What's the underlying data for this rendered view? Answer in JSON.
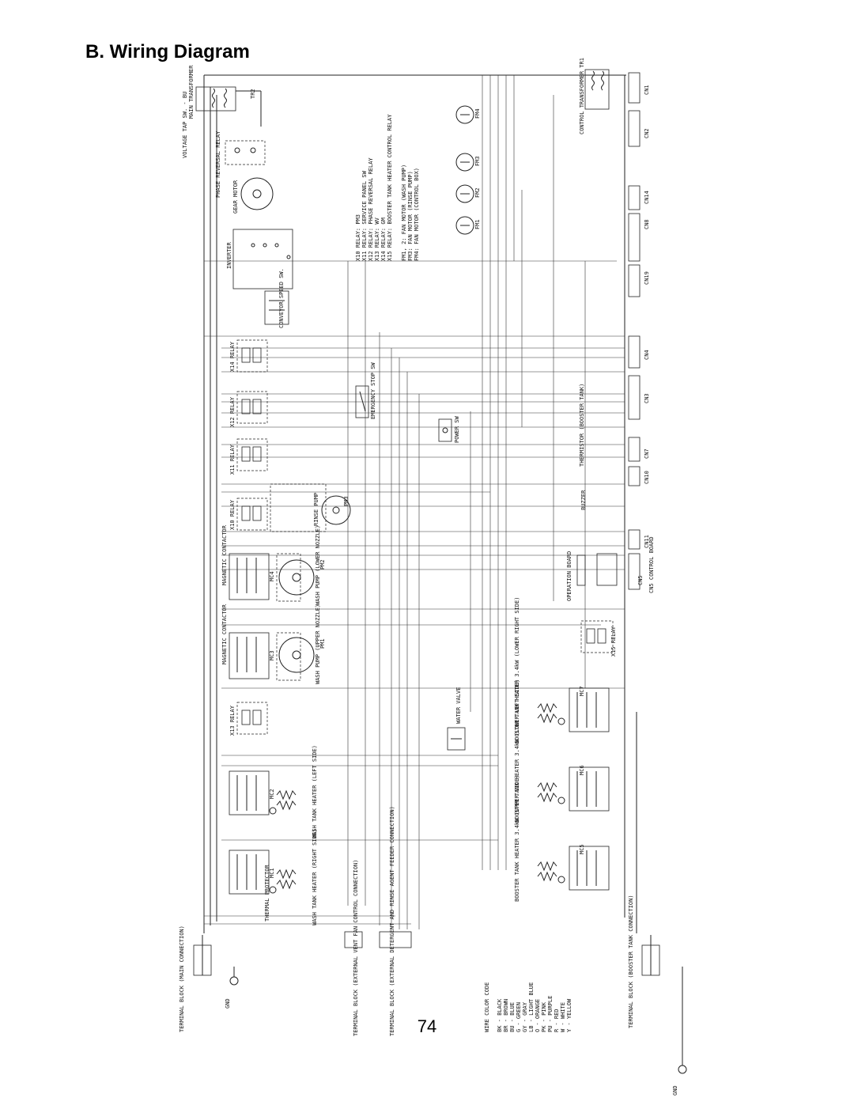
{
  "page": {
    "heading": "B. Wiring Diagram",
    "page_number": "74"
  },
  "top_section": {
    "voltage_tap": "VOLTAGE TAP SW. - BU",
    "main_transformer": "MAIN TRANSFORMER",
    "tr2": "TR2",
    "phase_relay": "PHASE REVERSAL RELAY",
    "gear_motor": "GEAR MOTOR",
    "inverter": "INVERTER",
    "conveyor_speed": "CONVEYOR SPEED SW.",
    "relays": [
      "X14 RELAY",
      "X12 RELAY",
      "X11 RELAY",
      "X13 RELAY",
      "X15 RELAY"
    ],
    "emergency_stop": "EMERGENCY STOP SW",
    "power_switch": "POWER SW",
    "x10_relay": "X10 RELAY",
    "rinse_pump": "RINSE PUMP",
    "pm3": "PM3"
  },
  "mid_section": {
    "mag_contactor": "MAGNETIC CONTACTOR",
    "mc4": "MC4",
    "mc3": "MC3",
    "wash_pump_lower": "WASH PUMP (LOWER NOZZLE)",
    "wash_pump_upper": "WASH PUMP (UPPER NOZZLE)",
    "pm2": "PM2",
    "pm1": "PM1",
    "water_valve": "WATER VALVE",
    "operation_board": "OPERATION BOARD",
    "control_board": "CN5 CONTROL BOARD"
  },
  "bottom_section": {
    "mc2": "MC2",
    "mc1": "MC1",
    "wash_tank_left": "WASH TANK HEATER (LEFT SIDE)",
    "wash_tank_right": "WASH TANK HEATER (RIGHT SIDE)",
    "thermal_protector": "THERMAL PROTECTOR",
    "booster_right": "BOOSTER TANK HEATER 3.4kW (LOWER RIGHT SIDE)",
    "booster_left": "BOOSTER TANK HEATER 3.4kW (LOWER LEFT SIDE)",
    "booster_upper": "BOOSTER TANK HEATER 3.4kW (UPPER SIDE)",
    "mc7": "MC7",
    "mc6": "MC6",
    "mc5": "MC5"
  },
  "right_column": {
    "cn_labels": [
      "CN1",
      "CN2",
      "CN14",
      "CN8",
      "CN19",
      "CN4",
      "CN3",
      "CN7",
      "CN10",
      "CN11",
      "CN5"
    ],
    "control_transformer": "CONTROL TRANSFORMER TR1",
    "fan_motors": [
      "FM4",
      "FM3",
      "FM2",
      "FM1"
    ],
    "buzzer": "BUZZER",
    "thermistor": "THERMISTOR (BOOSTER TANK)"
  },
  "terminal_blocks": {
    "t1": "TERMINAL BLOCK (MAIN CONNECTION)",
    "t4": "TERMINAL BLOCK (EXTERNAL VENT FAN CONTROL CONNECTION)",
    "t3": "TERMINAL BLOCK (EXTERNAL DETERGENT AND RINSE AGENT FEEDER CONNECTION)",
    "t2": "TERMINAL BLOCK (BOOSTER TANK CONNECTION)",
    "gnd": "GND"
  },
  "legend": {
    "relay_lines": [
      "X10 RELAY: PM3",
      "X11 RELAY: SERVICE PANEL SW",
      "X12 RELAY: PHASE REVERSAL RELAY",
      "X13 RELAY: WV",
      "X14 RELAY: GM",
      "X15 RELAY: BOOSTER TANK HEATER CONTROL RELAY"
    ],
    "fan_lines": [
      "FM1, 2: FAN MOTOR (WASH PUMP)",
      "FM3: FAN MOTOR (RINSE PUMP)",
      "FM4: FAN MOTOR (CONTROL BOX)"
    ],
    "wire_code_title": "WIRE COLOR CODE",
    "wire_codes": [
      "BK - BLACK",
      "BR - BROWN",
      "BU - BLUE",
      "G - GREEN",
      "GY - GRAY",
      "LB - LIGHT BLUE",
      "O - ORANGE",
      "PK - PINK",
      "PU - PURPLE",
      "R - RED",
      "W - WHITE",
      "Y - YELLOW"
    ]
  }
}
